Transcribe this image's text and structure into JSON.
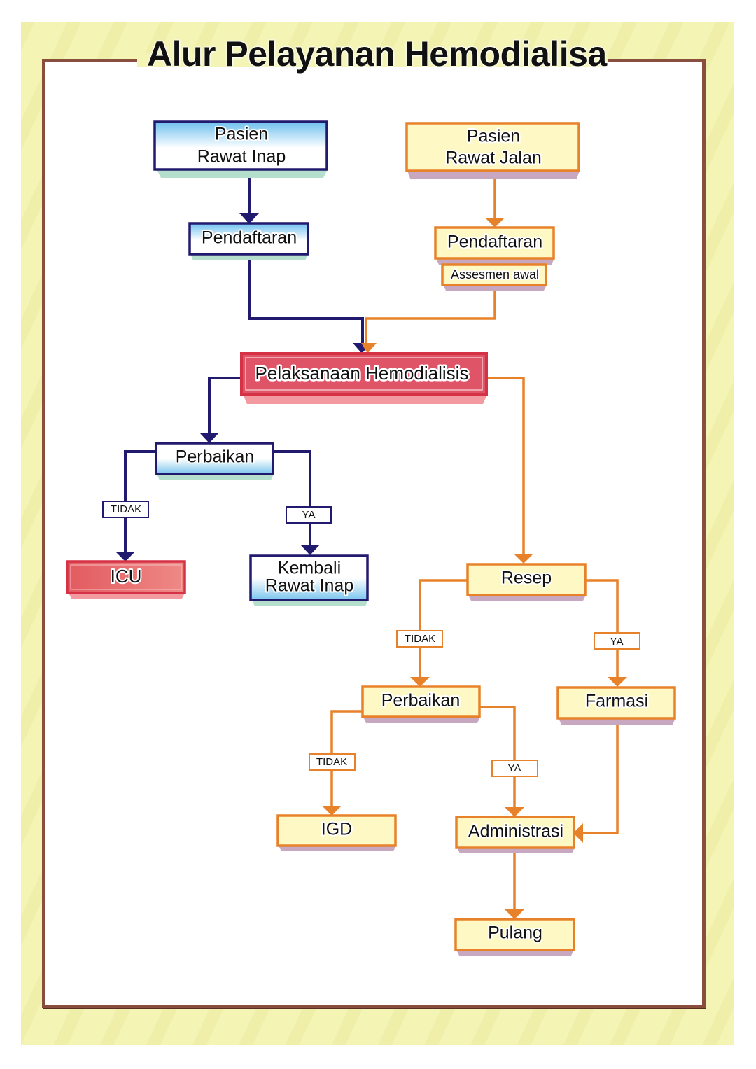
{
  "title": "Alur Pelayanan Hemodialisa",
  "colors": {
    "navy": "#221a6e",
    "orange": "#e8822a",
    "red": "#d63246",
    "cream": "#fdf8c4",
    "frame": "#8a4e3e",
    "background": "#f4f4b4"
  },
  "nodes": {
    "pasien_rawat_inap": {
      "line1": "Pasien",
      "line2": "Rawat Inap"
    },
    "pendaftaran_inap": {
      "label": "Pendaftaran"
    },
    "pasien_rawat_jalan": {
      "line1": "Pasien",
      "line2": "Rawat Jalan"
    },
    "pendaftaran_jalan": {
      "label": "Pendaftaran"
    },
    "assesmen_awal": {
      "label": "Assesmen awal"
    },
    "pelaksanaan": {
      "label": "Pelaksanaan Hemodialisis"
    },
    "perbaikan_1": {
      "label": "Perbaikan"
    },
    "icu": {
      "label": "ICU"
    },
    "kembali_rawat_inap": {
      "line1": "Kembali",
      "line2": "Rawat Inap"
    },
    "resep": {
      "label": "Resep"
    },
    "perbaikan_2": {
      "label": "Perbaikan"
    },
    "farmasi": {
      "label": "Farmasi"
    },
    "igd": {
      "label": "IGD"
    },
    "administrasi": {
      "label": "Administrasi"
    },
    "pulang": {
      "label": "Pulang"
    }
  },
  "edge_labels": {
    "perbaikan1_tidak": "TIDAK",
    "perbaikan1_ya": "YA",
    "resep_tidak": "TIDAK",
    "resep_ya": "YA",
    "perbaikan2_tidak": "TIDAK",
    "perbaikan2_ya": "YA"
  }
}
